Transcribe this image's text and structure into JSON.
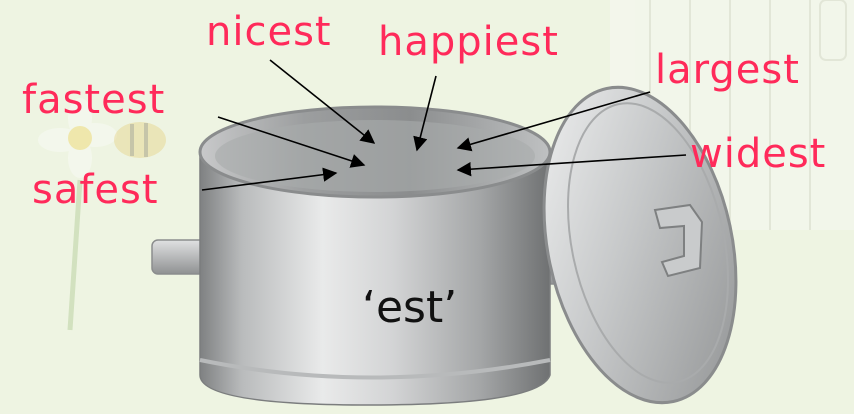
{
  "colors": {
    "word": "#ff2a5a",
    "pot_label": "#111111",
    "arrow": "#000000",
    "background": "#eef4e2"
  },
  "words": {
    "nicest": "nicest",
    "happiest": "happiest",
    "largest": "largest",
    "fastest": "fastest",
    "widest": "widest",
    "safest": "safest"
  },
  "pot": {
    "label": "‘est’"
  }
}
